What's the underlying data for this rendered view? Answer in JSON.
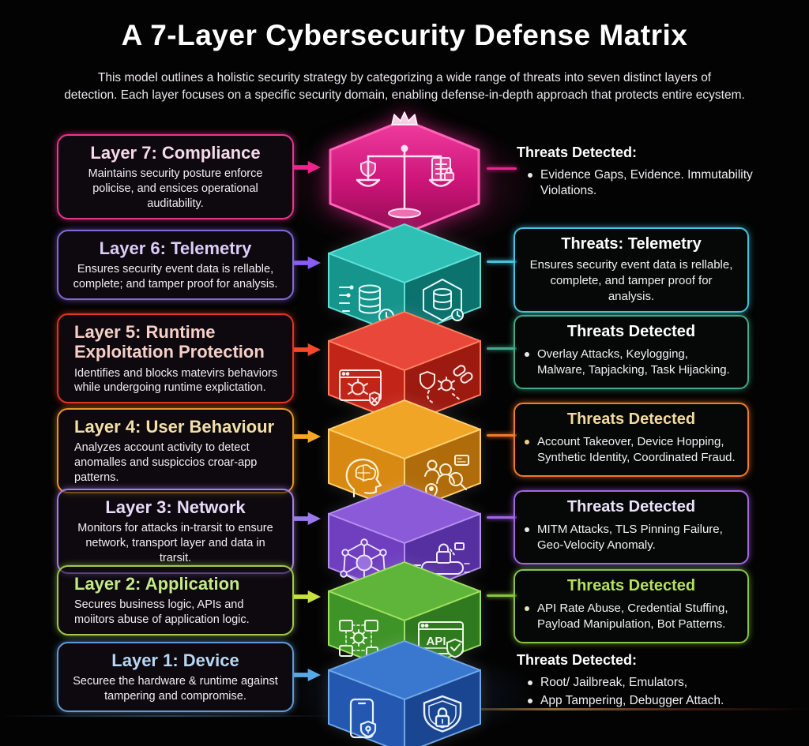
{
  "header": {
    "title": "A 7-Layer Cybersecurity Defense Matrix",
    "subtitle1": "This model outlines a holistic security strategy by categorizing a wide range of threats into seven distinct layers of",
    "subtitle2": "detection. Each layer focuses on a specific security domain, enabling defense-in-depth approach that protects entire ecystem."
  },
  "layers": [
    {
      "number": 7,
      "title": "Layer 7: Compliance",
      "description": "Maintains security posture enforce policise, and ensices operational auditability.",
      "icons": [
        "crown-icon",
        "scales-icon",
        "shield-icon",
        "document-lock-icon"
      ],
      "threats": {
        "heading": "Threats Detected:",
        "items": [
          "Evidence Gaps, Evidence. Immutability Violations."
        ]
      },
      "colors": {
        "accent": "#e8368f",
        "title_color": "#f6d9eb",
        "arrow": "#f0218c",
        "right_accent": "#f0218c",
        "threat_heading": "#ffffff",
        "bullet": "#e8e8e8",
        "cube_top": "#e82a92",
        "cube_left": "#cc1478",
        "cube_right": "#a00f60",
        "cube_edge": "#ff63b8"
      }
    },
    {
      "number": 6,
      "title": "Layer 6: Telemetry",
      "description": "Ensures security event data is rellable, complete; and tamper proof for analysis.",
      "icons": [
        "circuit-server-icon",
        "database-hexagon-icon"
      ],
      "threats": {
        "heading": "Threats: Telemetry",
        "paragraph": "Ensures security event data is rellable, complete, and tamper proof for analysis."
      },
      "colors": {
        "accent": "#8468d8",
        "title_color": "#dccdf8",
        "arrow": "#8a5cf6",
        "right_accent": "#45c4e0",
        "threat_heading": "#ffffff",
        "bullet": "#e8e8e8",
        "cube_top": "#2ec0b4",
        "cube_left": "#16958d",
        "cube_right": "#0c726e",
        "cube_edge": "#5fe0d6"
      }
    },
    {
      "number": 5,
      "title": "Layer 5: Runtime Exploitation Protection",
      "description": "Identifies and blocks matevirs behaviors while undergoing runtime explictation.",
      "icons": [
        "browser-bug-icon",
        "shield-bug-chain-icon"
      ],
      "threats": {
        "heading": "Threats Detected",
        "items": [
          "Overlay Attacks, Keylogging, Malware, Tapjacking, Task Hijacking."
        ]
      },
      "colors": {
        "accent": "#e03424",
        "title_color": "#f6cfc7",
        "arrow": "#f5482a",
        "right_accent": "#43a988",
        "threat_heading": "#ffffff",
        "bullet": "#e8e8e8",
        "cube_top": "#e8473a",
        "cube_left": "#c32418",
        "cube_right": "#9c1a10",
        "cube_edge": "#ff7f5f"
      }
    },
    {
      "number": 4,
      "title": "Layer 4: User Behaviour",
      "description": "Analyzes account activity to detect anomalles and suspiccios croar-app patterns.",
      "icons": [
        "brain-head-icon",
        "user-search-pin-icon"
      ],
      "threats": {
        "heading": "Threats Detected",
        "items": [
          "Account Takeover, Device Hopping, Synthetic Identity, Coordinated Fraud."
        ]
      },
      "colors": {
        "accent": "#eb9426",
        "title_color": "#f3e0a8",
        "arrow": "#f5a623",
        "right_accent": "#f07b2d",
        "threat_heading": "#f3da9b",
        "bullet": "#f0d080",
        "cube_top": "#f0a526",
        "cube_left": "#d88912",
        "cube_right": "#b06c0a",
        "cube_edge": "#ffcf6f"
      }
    },
    {
      "number": 3,
      "title": "Layer 3: Network",
      "description": "Monitors for attacks in-trarsit to ensure network, transport layer and data in trarsit.",
      "icons": [
        "network-graph-icon",
        "pipe-lock-icon"
      ],
      "threats": {
        "heading": "Threats Detected",
        "items": [
          "MITM Attacks, TLS Pinning Failure, Geo-Velocity Anomaly."
        ]
      },
      "colors": {
        "accent": "#a37fe0",
        "title_color": "#e9daf9",
        "arrow": "#9a78ec",
        "right_accent": "#a464e6",
        "threat_heading": "#ece2fa",
        "bullet": "#e8e8e8",
        "cube_top": "#8a5ad8",
        "cube_left": "#6f3fc0",
        "cube_right": "#5630a0",
        "cube_edge": "#b48fef"
      }
    },
    {
      "number": 2,
      "title": "Layer 2: Application",
      "description": "Secures business logic, APIs and moiitors abuse of application logic.",
      "icons": [
        "flowchart-gear-icon",
        "api-shield-icon"
      ],
      "icon_label": "API",
      "threats": {
        "heading": "Threats Detected",
        "items": [
          "API Rate Abuse, Credential Stuffing, Payload Manipulation, Bot Patterns."
        ]
      },
      "colors": {
        "accent": "#a3c84e",
        "title_color": "#c4e886",
        "arrow": "#c9e23b",
        "right_accent": "#86c449",
        "threat_heading": "#b4e05c",
        "bullet": "#d8ecb0",
        "cube_top": "#5fb53a",
        "cube_left": "#3f9428",
        "cube_right": "#2f7a1e",
        "cube_edge": "#9fe05f"
      }
    },
    {
      "number": 1,
      "title": "Layer 1: Device",
      "description": "Securee the hardware & runtime against tampering and compromise.",
      "icons": [
        "phone-shield-icon",
        "shield-lock-icon"
      ],
      "threats": {
        "heading": "Threats Detected:",
        "items": [
          "Root/ Jailbreak, Emulators,",
          "App Tampering, Debugger Attach."
        ]
      },
      "colors": {
        "accent": "#5f9ad6",
        "title_color": "#b9d7f3",
        "arrow": "#56aae8",
        "right_accent": "#56aae8",
        "threat_heading": "#ffffff",
        "bullet": "#e8e8e8",
        "cube_top": "#3a78d0",
        "cube_left": "#2458b0",
        "cube_right": "#1a4590",
        "cube_edge": "#6fa8e8"
      }
    }
  ]
}
